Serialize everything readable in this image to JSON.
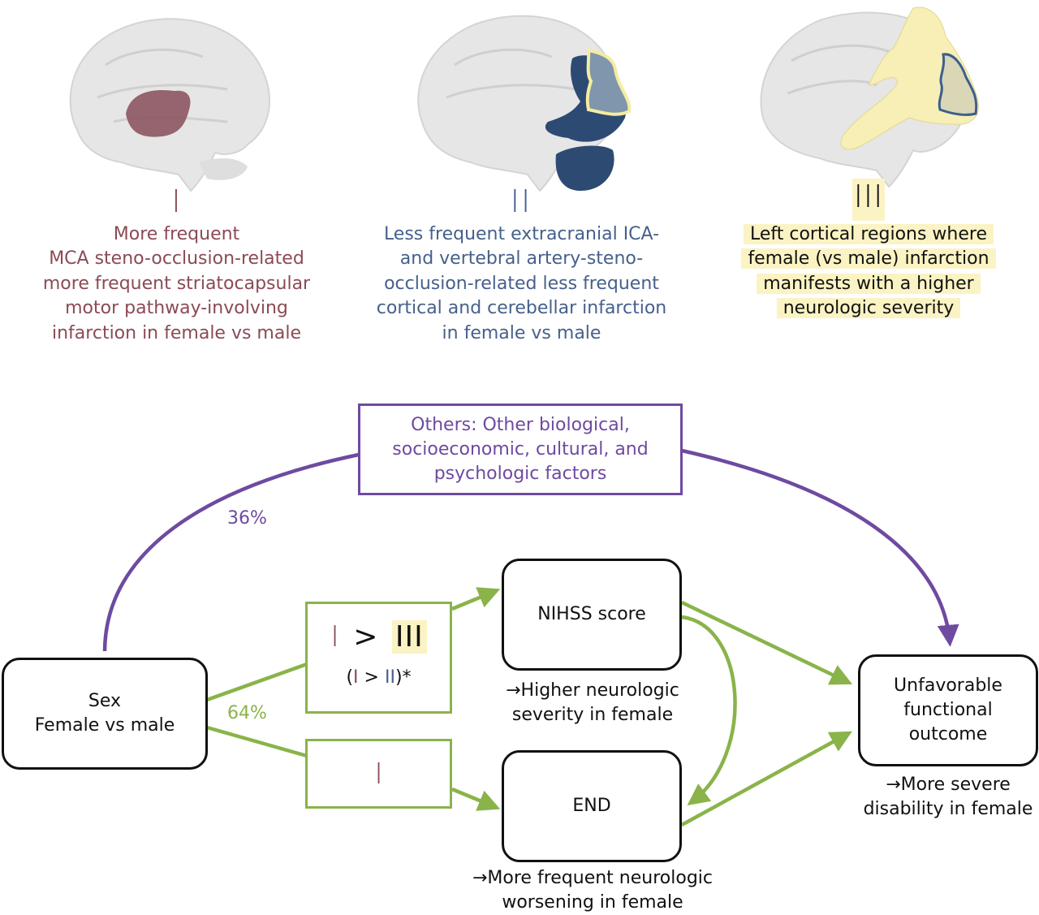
{
  "colors": {
    "group1": "#8b4a55",
    "group2": "#46608c",
    "group3_highlight": "#fbf3c3",
    "purple": "#6e4aa0",
    "green": "#8ab34a",
    "text_dark": "#111111"
  },
  "panels": [
    {
      "numeral": "I",
      "lines": [
        "More frequent",
        "MCA steno-occlusion-related",
        "more frequent striatocapsular",
        "motor pathway-involving",
        "infarction in female vs male"
      ]
    },
    {
      "numeral": "II",
      "lines": [
        "Less frequent extracranial ICA-",
        "and vertebral artery-steno-",
        "occlusion-related less frequent",
        "cortical and cerebellar infarction",
        "in female vs male"
      ]
    },
    {
      "numeral": "III",
      "lines": [
        "Left cortical regions where",
        "female (vs male) infarction",
        "manifests with a higher",
        "neurologic severity"
      ]
    }
  ],
  "diagram": {
    "others_box": [
      "Others: Other biological,",
      "socioeconomic, cultural, and",
      "psychologic factors"
    ],
    "pct_others": "36%",
    "pct_direct": "64%",
    "sex_box": [
      "Sex",
      "Female vs male"
    ],
    "compare_box": {
      "main_left": "I",
      "main_op": ">",
      "main_right": "III",
      "sub_open": "(",
      "sub_left": "I",
      "sub_op": " > ",
      "sub_right": "II",
      "sub_close": ")*"
    },
    "lower_green_box": "I",
    "nihss_box": "NIHSS score",
    "nihss_caption": [
      "→Higher neurologic",
      "severity in female"
    ],
    "end_box": "END",
    "end_caption": [
      "→More frequent neurologic",
      "worsening in female"
    ],
    "outcome_box": [
      "Unfavorable",
      "functional",
      "outcome"
    ],
    "outcome_caption": [
      "→More severe",
      "disability in female"
    ]
  }
}
